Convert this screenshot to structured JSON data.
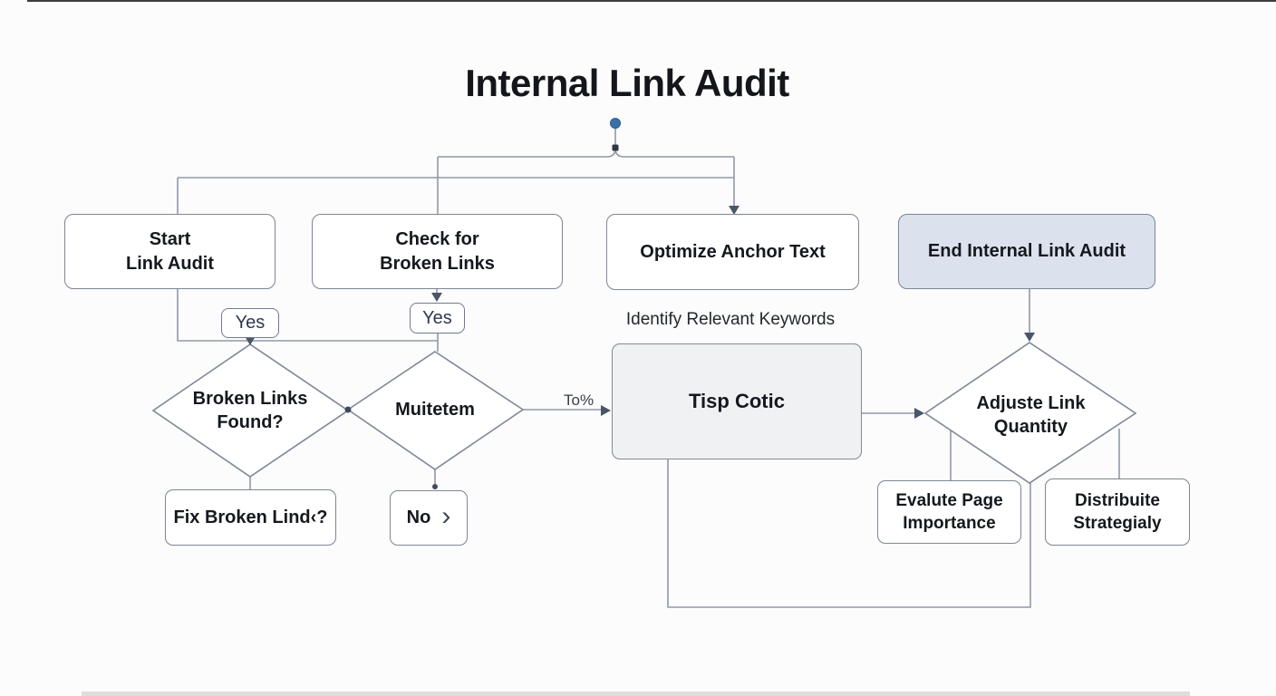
{
  "title": "Internal Link Audit",
  "nodes": {
    "start": {
      "label": "Start\nLink Audit"
    },
    "check_broken": {
      "label": "Check for\nBroken Links"
    },
    "optimize_anchor": {
      "label": "Optimize Anchor Text"
    },
    "end_audit": {
      "label": "End Internal Link Audit"
    },
    "yes_left": {
      "label": "Yes"
    },
    "yes_right": {
      "label": "Yes"
    },
    "broken_links_found": {
      "label": "Broken Links\nFound?"
    },
    "mutetem": {
      "label": "Muitetem"
    },
    "adjust_link_quantity": {
      "label": "Adjuste Link\nQuantity"
    },
    "tisp_cotic": {
      "label": "Tisp Cotic"
    },
    "fix_broken": {
      "label": "Fix Broken Lind‹?"
    },
    "no": {
      "label": "No",
      "chevron": "›"
    },
    "evaluate_page": {
      "label": "Evalute Page\nImportance"
    },
    "distribute": {
      "label": "Distribuite\nStrategialy"
    }
  },
  "annotations": {
    "identify_keywords": "Identify Relevant Keywords",
    "to_label": "To%"
  },
  "colors": {
    "line": "#9199a6",
    "border": "#7f8897",
    "arrowhead": "#4a5568",
    "origin_dot": "#3a72a8",
    "end_node_fill": "#dce2ed",
    "process_fill": "#f0f1f2"
  }
}
